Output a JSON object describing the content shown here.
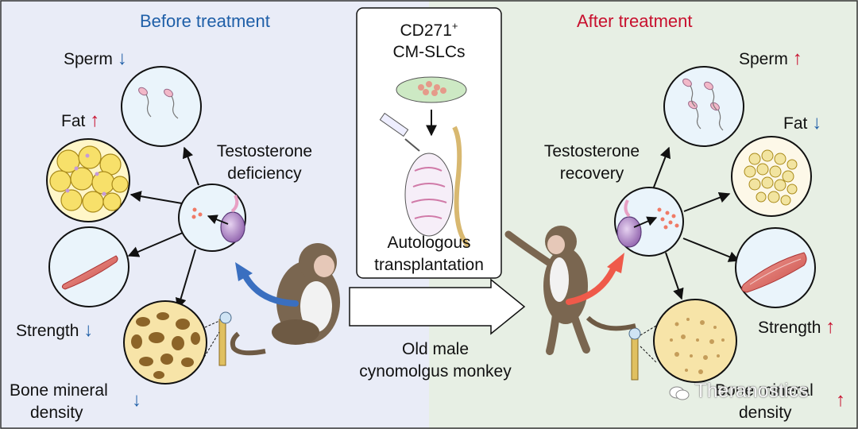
{
  "panels": {
    "before": {
      "title": "Before treatment",
      "bg": "#e9ecf7"
    },
    "after": {
      "title": "After treatment",
      "bg": "#e7efe4"
    }
  },
  "colors": {
    "blue_arrow": "#1f5fa8",
    "red_arrow": "#c8102e",
    "coral_arrow": "#ef5a4a"
  },
  "center_box": {
    "cell_line": "CD271",
    "cell_line_sup": "+",
    "cell_line_2": "CM-SLCs",
    "procedure_1": "Autologous",
    "procedure_2": "transplantation"
  },
  "subject": {
    "line1": "Old male",
    "line2": "cynomolgus monkey"
  },
  "before": {
    "hub_1": "Testosterone",
    "hub_2": "deficiency",
    "sperm": {
      "label": "Sperm",
      "arrow": "↓"
    },
    "fat": {
      "label": "Fat",
      "arrow": "↑"
    },
    "strength": {
      "label": "Strength",
      "arrow": "↓"
    },
    "bone_1": "Bone mineral",
    "bone_2": "density",
    "bone_arrow": "↓"
  },
  "after": {
    "hub_1": "Testosterone",
    "hub_2": "recovery",
    "sperm": {
      "label": "Sperm",
      "arrow": "↑"
    },
    "fat": {
      "label": "Fat",
      "arrow": "↓"
    },
    "strength": {
      "label": "Strength",
      "arrow": "↑"
    },
    "bone_1": "Bone mineral",
    "bone_2": "density",
    "bone_arrow": "↑"
  },
  "watermark": {
    "icon": "wechat-icon",
    "text": "Theranostics"
  }
}
